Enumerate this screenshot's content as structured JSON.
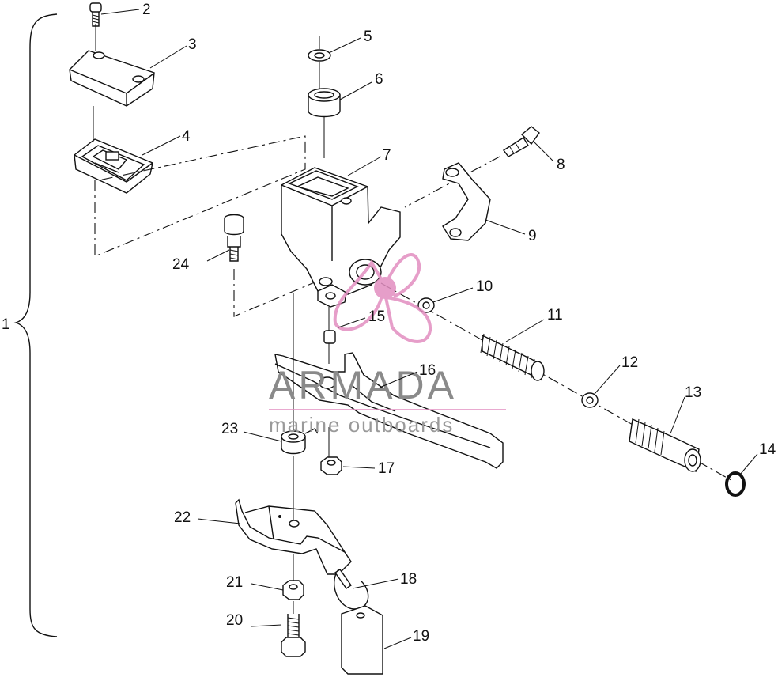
{
  "callouts": {
    "c1": "1",
    "c2": "2",
    "c3": "3",
    "c4": "4",
    "c5": "5",
    "c6": "6",
    "c7": "7",
    "c8": "8",
    "c9": "9",
    "c10": "10",
    "c11": "11",
    "c12": "12",
    "c13": "13",
    "c14": "14",
    "c15": "15",
    "c16": "16",
    "c17": "17",
    "c18": "18",
    "c19": "19",
    "c20": "20",
    "c21": "21",
    "c22": "22",
    "c23": "23",
    "c24": "24"
  },
  "watermark": {
    "brand": "ARMADA",
    "tagline": "marine outboards",
    "logo_color": "#e28ec0"
  }
}
